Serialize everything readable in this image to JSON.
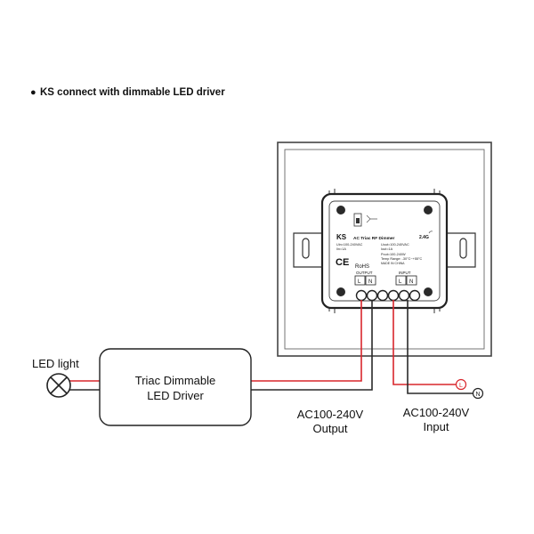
{
  "header": {
    "bullet": "●",
    "title": "KS connect with dimmable LED driver"
  },
  "led": {
    "label": "LED light"
  },
  "driver": {
    "line1": "Triac Dimmable",
    "line2": "LED Driver"
  },
  "module": {
    "model": "KS",
    "product": "AC Triac RF Dimmer",
    "freq": "2.4G",
    "spec_left_1": "Uin=100-240VAC",
    "spec_left_2": "Iin=1A",
    "spec_right_1": "Uout=100-240VAC",
    "spec_right_2": "Iout=1A",
    "spec_right_3": "Pout=100-240W",
    "spec_right_4": "Temp Range: -30°C~+55°C",
    "spec_right_5": "MADE IN CHINA",
    "ce": "CE",
    "rohs": "RoHS",
    "output_label": "OUTPUT",
    "input_label": "INPUT",
    "term_l": "L",
    "term_n": "N"
  },
  "labels": {
    "output_1": "AC100-240V",
    "output_2": "Output",
    "input_1": "AC100-240V",
    "input_2": "Input",
    "live": "L",
    "neutral": "N"
  },
  "colors": {
    "wire_red": "#d9262c",
    "wire_black": "#2a2a2a",
    "panel_stroke": "#444444"
  }
}
